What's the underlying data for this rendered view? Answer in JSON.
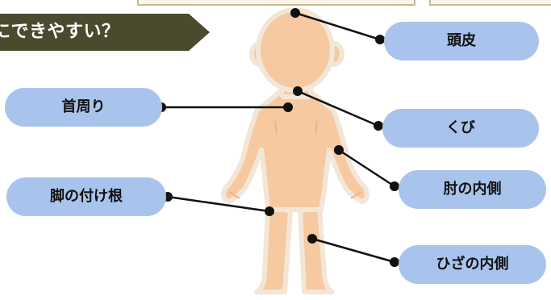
{
  "banner": {
    "text": "にできやすい？"
  },
  "labels": {
    "scalp": "頭皮",
    "neck_around": "首周り",
    "neck": "くび",
    "elbow_inner": "肘の内側",
    "groin": "脚の付け根",
    "knee_inner": "ひざの内側"
  },
  "colors": {
    "banner_bg": "#4b4a2e",
    "label_bg": "#a8c4ec",
    "body_fill": "#f7c9a0",
    "body_outline": "#f2e7d6",
    "line": "#111111"
  }
}
